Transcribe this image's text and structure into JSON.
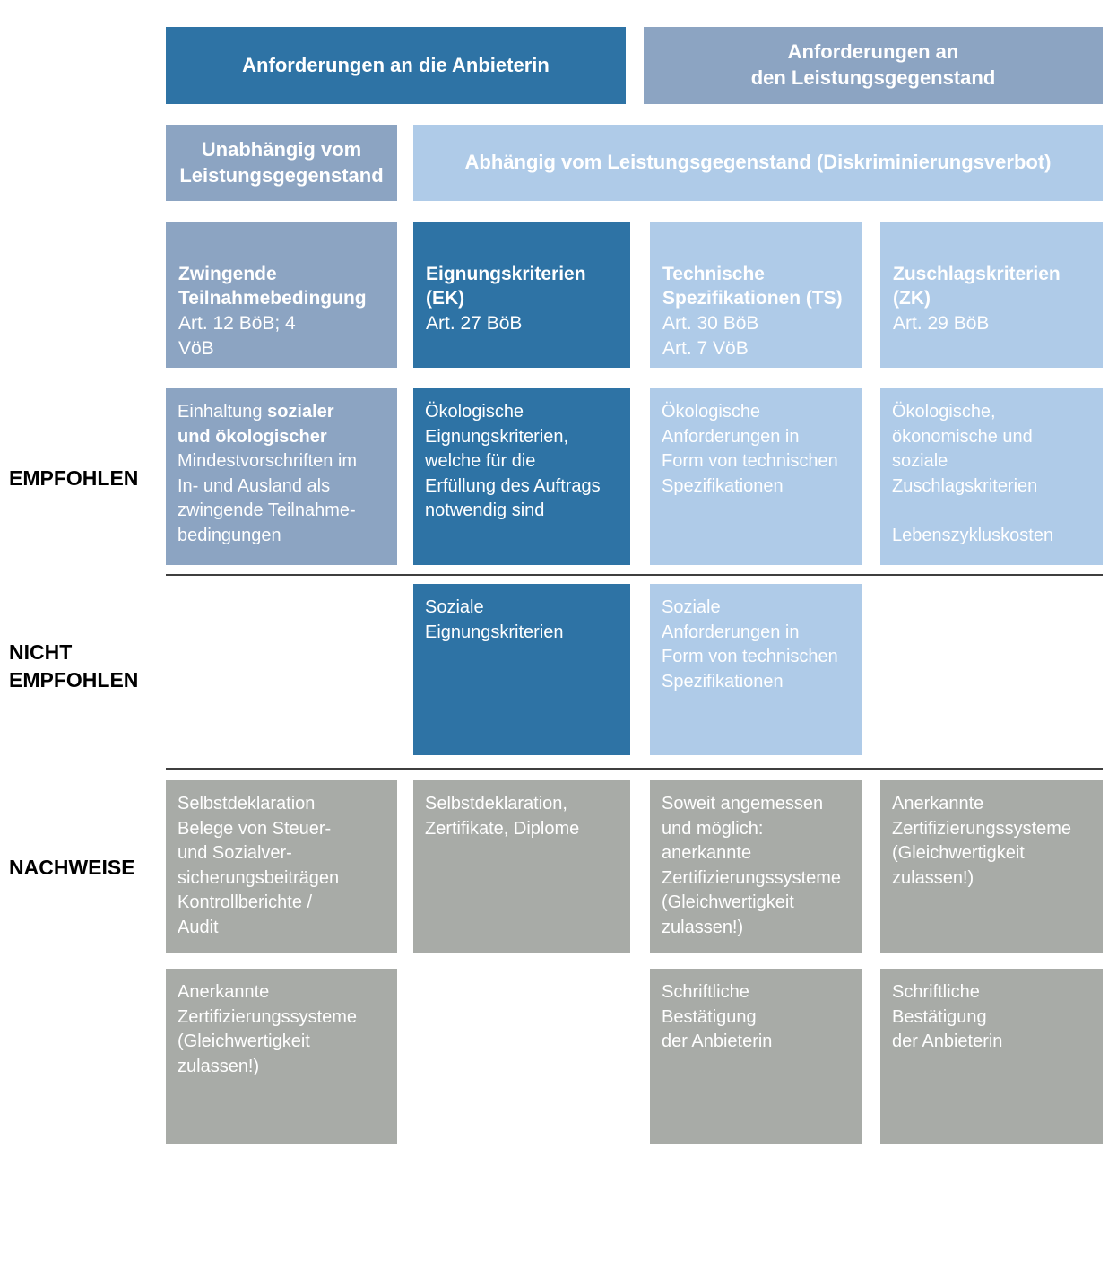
{
  "diagram": {
    "row_labels": {
      "empfohlen": "EMPFOHLEN",
      "nicht_empfohlen": "NICHT\nEMPFOHLEN",
      "nachweise": "NACHWEISE"
    },
    "top_headers": {
      "anbieterin": "Anforderungen an die Anbieterin",
      "leistungsgegenstand": "Anforderungen an\nden Leistungsgegenstand"
    },
    "scope_headers": {
      "unabhaengig": "Unabhängig vom\nLeistungsgegenstand",
      "abhaengig": "Abhängig vom Leistungsgegenstand (Diskriminierungsverbot)"
    },
    "columns": [
      {
        "title": "Zwingende\nTeilnahmebedingung",
        "articles": "Art. 12 BöB; 4\nVöB"
      },
      {
        "title": "Eignungskriterien\n(EK)",
        "articles": "Art. 27 BöB"
      },
      {
        "title": "Technische\nSpezifikationen (TS)",
        "articles": "Art. 30 BöB\nArt. 7 VöB"
      },
      {
        "title": "Zuschlagskriterien\n(ZK)",
        "articles": "Art. 29 BöB"
      }
    ],
    "empfohlen": {
      "teilnahmebedingung": {
        "prefix": "Einhaltung ",
        "bold": "sozialer\nund ökologischer",
        "suffix": "\nMindestvorschriften im\nIn- und Ausland als\nzwingende Teilnahme-\nbedingungen"
      },
      "eignungskriterien": "Ökologische\nEignungskriterien,\nwelche für die\nErfüllung des Auftrags\nnotwendig sind",
      "technische_spezifikationen": "Ökologische\nAnforderungen in\nForm von technischen\nSpezifikationen",
      "zuschlagskriterien": "Ökologische,\nökonomische und\nsoziale\nZuschlagskriterien\n\nLebenszykluskosten"
    },
    "nicht_empfohlen": {
      "eignungskriterien": "Soziale\nEignungskriterien",
      "technische_spezifikationen": "Soziale\nAnforderungen in\nForm von technischen\nSpezifikationen"
    },
    "nachweise_row1": {
      "teilnahmebedingung": "Selbstdeklaration\nBelege von Steuer-\nund Sozialver-\nsicherungsbeiträgen\nKontrollberichte /\nAudit",
      "eignungskriterien": "Selbstdeklaration,\nZertifikate, Diplome",
      "technische_spezifikationen": "Soweit angemessen\nund möglich:\nanerkannte\nZertifizierungssysteme\n(Gleichwertigkeit\nzulassen!)",
      "zuschlagskriterien": "Anerkannte\nZertifizierungssysteme\n(Gleichwertigkeit\nzulassen!)"
    },
    "nachweise_row2": {
      "teilnahmebedingung": "Anerkannte\nZertifizierungssysteme\n(Gleichwertigkeit\nzulassen!)",
      "technische_spezifikationen": "Schriftliche\nBestätigung\nder Anbieterin",
      "zuschlagskriterien": "Schriftliche\nBestätigung\nder Anbieterin"
    },
    "colors": {
      "dark_blue": "#2E73A5",
      "gray_blue": "#8CA4C2",
      "light_blue": "#AFCBE8",
      "gray": "#A8ABA7"
    }
  }
}
